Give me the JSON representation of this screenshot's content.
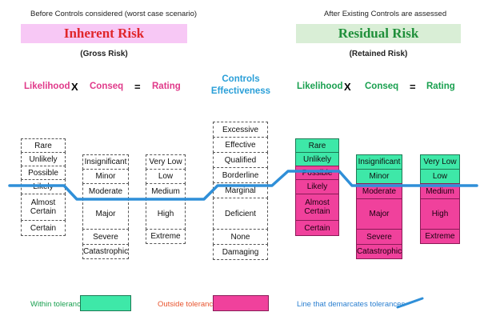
{
  "captions": {
    "before": "Before Controls considered (worst case scenario)",
    "after": "After Existing Controls are assessed"
  },
  "inherent": {
    "title": "Inherent Risk",
    "subtitle": "(Gross Risk)"
  },
  "residual": {
    "title": "Residual Risk",
    "subtitle": "(Retained Risk)"
  },
  "formula_left": {
    "likelihood": "Likelihood",
    "x": "X",
    "conseq": "Conseq",
    "eq": "=",
    "rating": "Rating"
  },
  "formula_right": {
    "likelihood": "Likelihood",
    "x": "X",
    "conseq": "Conseq",
    "eq": "=",
    "rating": "Rating"
  },
  "controls": {
    "line1": "Controls",
    "line2": "Effectiveness"
  },
  "left_likelihood": [
    "Rare",
    "Unlikely",
    "Possible",
    "Likely",
    "Almost Certain",
    "Certain"
  ],
  "left_conseq": [
    "Insignificant",
    "Minor",
    "Moderate",
    "Major",
    "Severe",
    "Catastrophic"
  ],
  "left_rating": [
    "Very Low",
    "Low",
    "Medium",
    "High",
    "Extreme"
  ],
  "controls_levels": [
    "Excessive",
    "Effective",
    "Qualified",
    "Borderline",
    "Marginal",
    "Deficient",
    "None",
    "Damaging"
  ],
  "right_likelihood": [
    "Rare",
    "Unlikely",
    "Possible",
    "Likely",
    "Almost Certain",
    "Certain"
  ],
  "right_conseq": [
    "Insignificant",
    "Minor",
    "Moderate",
    "Major",
    "Severe",
    "Catastrophic"
  ],
  "right_rating": [
    "Very Low",
    "Low",
    "Medium",
    "High",
    "Extreme"
  ],
  "legend": {
    "within": "Within tolerance",
    "outside": "Outside tolerance",
    "line": "Line that demarcates tolerances"
  },
  "colors": {
    "within": "#3ee8a8",
    "outside": "#f0419c",
    "line": "#2f8fd8",
    "inherent_title": "#e0262b",
    "inherent_banner": "#f7c8f5",
    "residual_title": "#1f8f3a",
    "residual_banner": "#d9eed6",
    "pink_text": "#e03a8a",
    "green_text": "#1aa050",
    "controls_text": "#2a9fd8"
  }
}
